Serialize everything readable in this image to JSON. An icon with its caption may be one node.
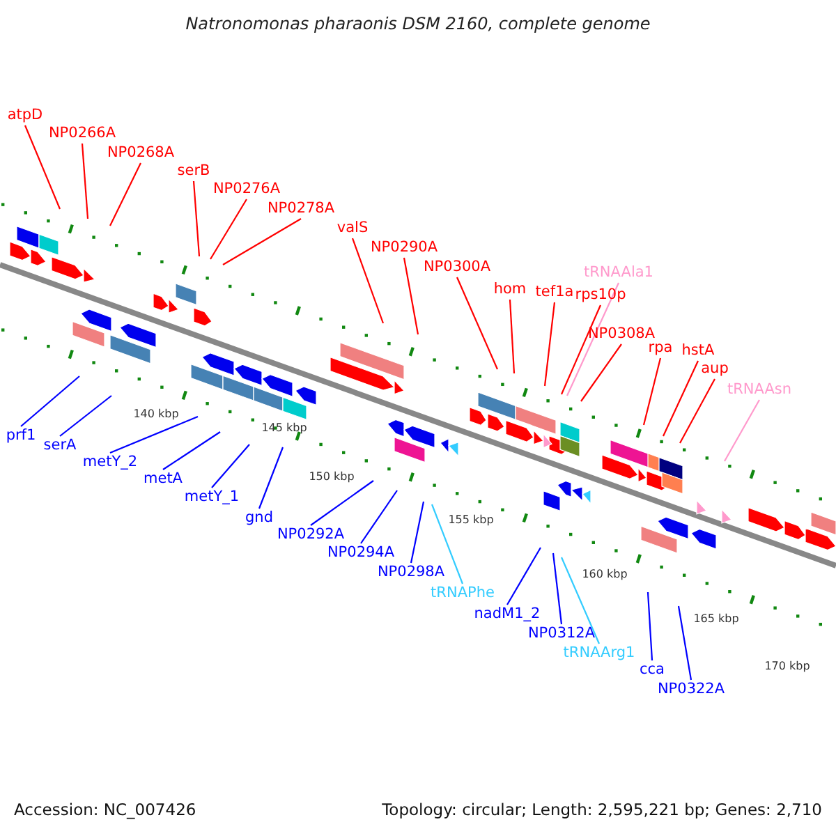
{
  "diagram": {
    "title": "Natronomonas pharaonis DSM 2160, complete genome",
    "nodes": [
      {
        "text": [
          "atpD"
        ]
      },
      {
        "text": [
          "NP0266A"
        ]
      },
      {
        "text": [
          "NP0268A"
        ]
      },
      {
        "text": [
          "serB"
        ]
      },
      {
        "text": [
          "NP0276A"
        ]
      },
      {
        "text": [
          "NP0278A"
        ]
      },
      {
        "text": [
          "valS"
        ]
      },
      {
        "text": [
          "NP0290A"
        ]
      },
      {
        "text": [
          "NP0300A"
        ]
      },
      {
        "text": [
          "hom"
        ]
      },
      {
        "text": [
          "tef1a"
        ]
      },
      {
        "text": [
          "rps10p"
        ]
      },
      {
        "text": [
          "tRNAAla1"
        ]
      },
      {
        "text": [
          "NP0308A"
        ]
      },
      {
        "text": [
          "rpa"
        ]
      },
      {
        "text": [
          "hstA"
        ]
      },
      {
        "text": [
          "aup"
        ]
      },
      {
        "text": [
          "tRNAAsn"
        ]
      },
      {
        "text": [
          "prf1"
        ]
      },
      {
        "text": [
          "serA"
        ]
      },
      {
        "text": [
          "metY_2"
        ]
      },
      {
        "text": [
          "metA"
        ]
      },
      {
        "text": [
          "metY_1"
        ]
      },
      {
        "text": [
          "gnd"
        ]
      },
      {
        "text": [
          "NP0292A"
        ]
      },
      {
        "text": [
          "NP0294A"
        ]
      },
      {
        "text": [
          "NP0298A"
        ]
      },
      {
        "text": [
          "tRNAPhe"
        ]
      },
      {
        "text": [
          "nadM1_2"
        ]
      },
      {
        "text": [
          "NP0312A"
        ]
      },
      {
        "text": [
          "tRNAArg1"
        ]
      },
      {
        "text": [
          "cca"
        ]
      },
      {
        "text": [
          "NP0322A"
        ]
      }
    ],
    "edges": [
      {
        "from": 0,
        "to": null,
        "arrow": "none"
      },
      {
        "from": 1,
        "to": null,
        "arrow": "none"
      },
      {
        "from": 2,
        "to": null,
        "arrow": "none"
      },
      {
        "from": 3,
        "to": null,
        "arrow": "none"
      },
      {
        "from": 4,
        "to": null,
        "arrow": "none"
      },
      {
        "from": 5,
        "to": null,
        "arrow": "none"
      },
      {
        "from": 6,
        "to": null,
        "arrow": "none"
      },
      {
        "from": 7,
        "to": null,
        "arrow": "none"
      },
      {
        "from": 8,
        "to": null,
        "arrow": "none"
      },
      {
        "from": 9,
        "to": null,
        "arrow": "none"
      },
      {
        "from": 10,
        "to": null,
        "arrow": "none"
      },
      {
        "from": 11,
        "to": null,
        "arrow": "none"
      },
      {
        "from": 12,
        "to": null,
        "arrow": "none",
        "color": "#ff99cc"
      },
      {
        "from": 13,
        "to": null,
        "arrow": "none"
      },
      {
        "from": 14,
        "to": null,
        "arrow": "none"
      },
      {
        "from": 15,
        "to": null,
        "arrow": "none"
      },
      {
        "from": 16,
        "to": null,
        "arrow": "none"
      },
      {
        "from": 17,
        "to": null,
        "arrow": "none",
        "color": "#ff99cc"
      },
      {
        "from": 18,
        "to": null,
        "arrow": "none",
        "color": "#0000ff"
      },
      {
        "from": 19,
        "to": null,
        "arrow": "none",
        "color": "#0000ff"
      },
      {
        "from": 20,
        "to": null,
        "arrow": "none",
        "color": "#0000ff"
      },
      {
        "from": 21,
        "to": null,
        "arrow": "none",
        "color": "#0000ff"
      },
      {
        "from": 22,
        "to": null,
        "arrow": "none",
        "color": "#0000ff"
      },
      {
        "from": 23,
        "to": null,
        "arrow": "none",
        "color": "#0000ff"
      },
      {
        "from": 24,
        "to": null,
        "arrow": "none",
        "color": "#0000ff"
      },
      {
        "from": 25,
        "to": null,
        "arrow": "none",
        "color": "#0000ff"
      },
      {
        "from": 26,
        "to": null,
        "arrow": "none",
        "color": "#0000ff"
      },
      {
        "from": 27,
        "to": null,
        "arrow": "none",
        "color": "#33ccff"
      },
      {
        "from": 28,
        "to": null,
        "arrow": "none",
        "color": "#0000ff"
      },
      {
        "from": 29,
        "to": null,
        "arrow": "none",
        "color": "#0000ff"
      },
      {
        "from": 30,
        "to": null,
        "arrow": "none",
        "color": "#33ccff"
      },
      {
        "from": 31,
        "to": null,
        "arrow": "none",
        "color": "#0000ff"
      },
      {
        "from": 32,
        "to": null,
        "arrow": "none",
        "color": "#0000ff"
      }
    ],
    "labels": [
      "140 kbp",
      "145 kbp",
      "150 kbp",
      "155 kbp",
      "160 kbp",
      "165 kbp",
      "170 kbp",
      "Accession: NC_007426",
      "Topology: circular; Length: 2,595,221 bp; Genes: 2,710"
    ]
  }
}
